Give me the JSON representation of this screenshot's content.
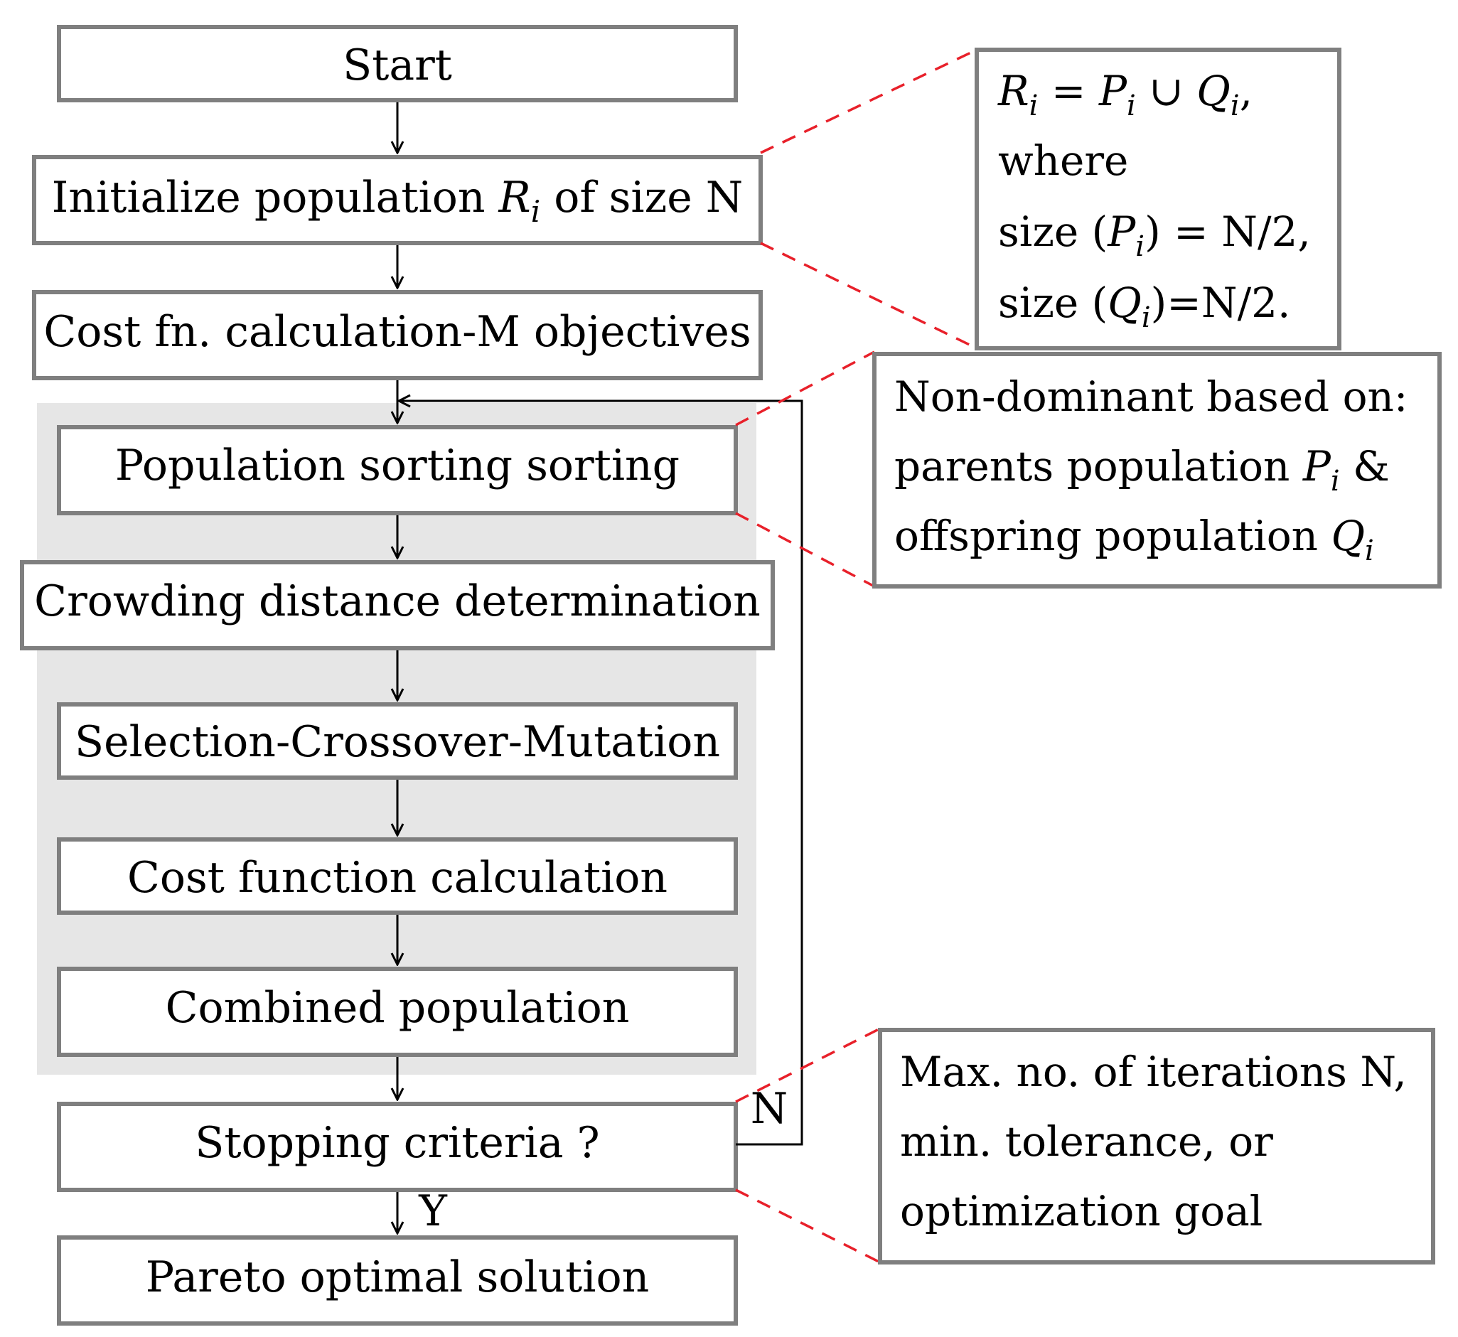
{
  "colors": {
    "box_border": "#7f7f7f",
    "loop_background": "#e6e6e6",
    "callout_dash": "#e8202a",
    "arrow": "#000000"
  },
  "flow": {
    "start": "Start",
    "init_prefix": "Initialize population ",
    "init_var": "R",
    "init_sub": "i",
    "init_suffix": " of size N",
    "cost_m": "Cost fn. calculation-M objectives",
    "sorting": "Population sorting sorting",
    "crowding": "Crowding distance determination",
    "selection": "Selection-Crossover-Mutation",
    "cost_fn": "Cost function calculation",
    "combined": "Combined population",
    "stopping": "Stopping criteria ?",
    "pareto": "Pareto optimal solution"
  },
  "branches": {
    "no_label": "N",
    "yes_label": "Y"
  },
  "notes": {
    "union": {
      "R": "R",
      "sub_i": "i",
      "eq": " = ",
      "P": "P",
      "cup": " ∪ ",
      "Q": "Q",
      "comma": ",",
      "where": "where",
      "size_p_prefix": "size (",
      "size_p_suffix": ") = N/2,",
      "size_q_prefix": "size (",
      "size_q_suffix": ")=N/2."
    },
    "nondominant": {
      "line1": "Non-dominant based on:",
      "line2_prefix": "parents population ",
      "P": "P",
      "sub_i": "i",
      "amp": " &",
      "line3_prefix": "offspring population ",
      "Q": "Q"
    },
    "stopping": {
      "line1": "Max. no. of iterations N,",
      "line2": "min. tolerance, or",
      "line3": "optimization goal"
    }
  }
}
